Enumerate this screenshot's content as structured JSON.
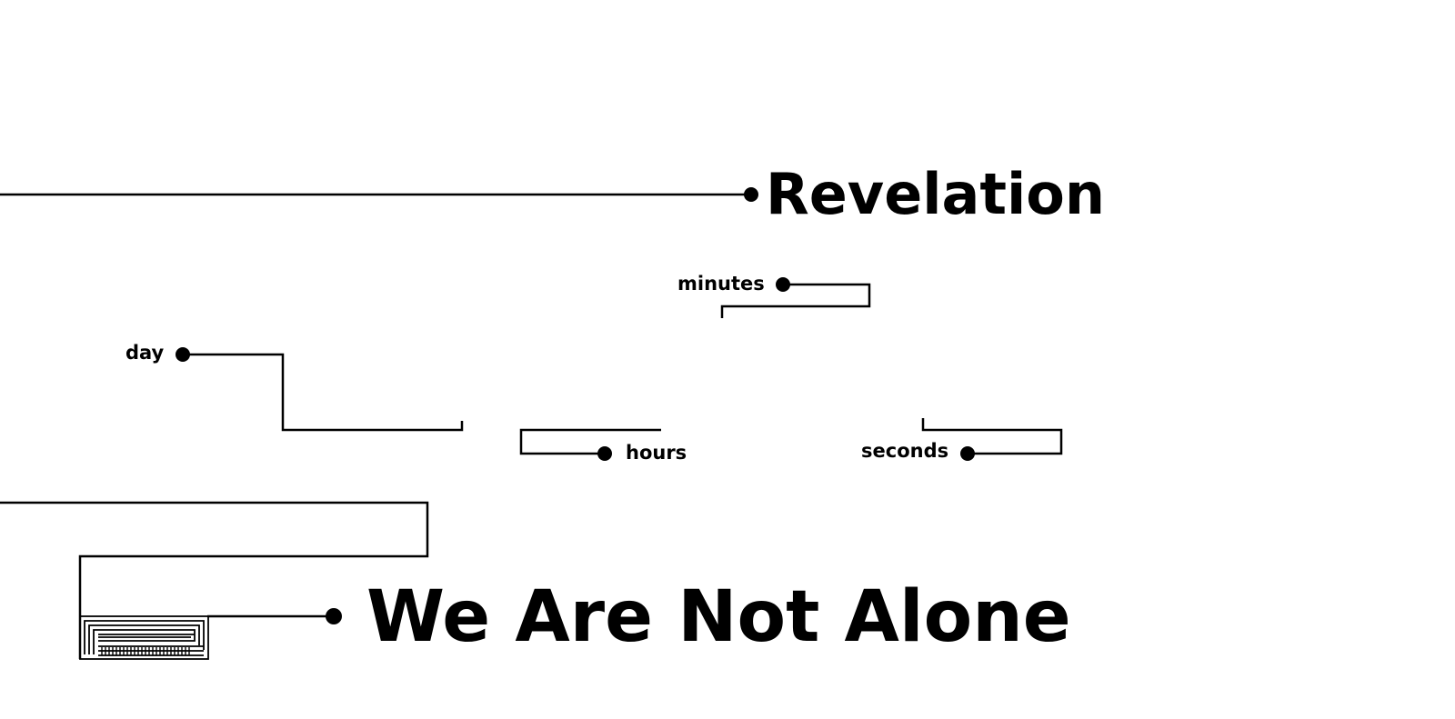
{
  "diagram": {
    "title": "Revelation",
    "subtitle": "We Are Not Alone",
    "labels": {
      "minutes": "minutes",
      "day": "day",
      "hours": "hours",
      "seconds": "seconds"
    },
    "colors": {
      "line": "#000000",
      "background": "#ffffff"
    },
    "icons": {
      "logo": "circuit-logo-icon"
    }
  }
}
